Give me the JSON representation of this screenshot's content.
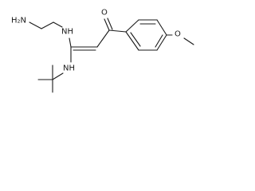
{
  "molecule": {
    "atoms": {
      "amine_terminal": "H₂N",
      "amine_linker": "NH",
      "amine_tbutyl": "NH",
      "carbonyl_oxygen": "O",
      "methoxy_oxygen": "O"
    }
  }
}
